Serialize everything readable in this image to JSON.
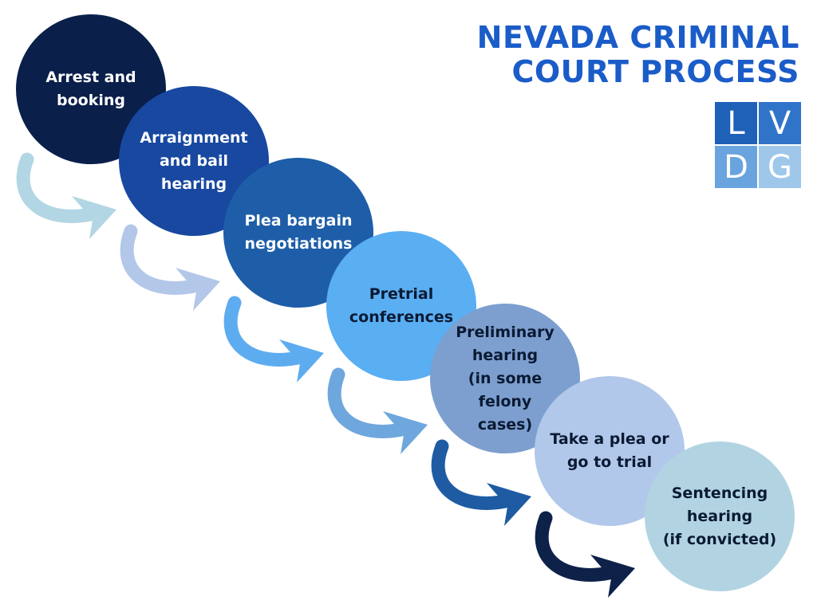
{
  "title": {
    "line1": "NEVADA CRIMINAL",
    "line2": "COURT PROCESS"
  },
  "logo": {
    "letters": [
      "L",
      "V",
      "D",
      "G"
    ],
    "colors": [
      "#1f60b8",
      "#2f74c8",
      "#6aa4de",
      "#9ec7ea"
    ]
  },
  "steps": [
    {
      "label": "Arrest and\nbooking",
      "color": "#0a1f4a",
      "text_color": "#ffffff"
    },
    {
      "label": "Arraignment\nand bail\nhearing",
      "color": "#1848a0",
      "text_color": "#ffffff"
    },
    {
      "label": "Plea bargain\nnegotiations",
      "color": "#1e5ea8",
      "text_color": "#ffffff"
    },
    {
      "label": "Pretrial\nconferences",
      "color": "#5aaef2",
      "text_color": "#0b1a33"
    },
    {
      "label": "Preliminary\nhearing\n(in some felony\ncases)",
      "color": "#7c9fcf",
      "text_color": "#0b1a33"
    },
    {
      "label": "Take a plea or\ngo to trial",
      "color": "#b1c8ea",
      "text_color": "#0b1a33"
    },
    {
      "label": "Sentencing\nhearing\n(if convicted)",
      "color": "#b2d4e2",
      "text_color": "#0b1a33"
    }
  ],
  "arrow_colors": [
    "#b2d6e3",
    "#b3c7e9",
    "#5eacf0",
    "#6ea7dd",
    "#1e5ba3",
    "#0d2149"
  ]
}
